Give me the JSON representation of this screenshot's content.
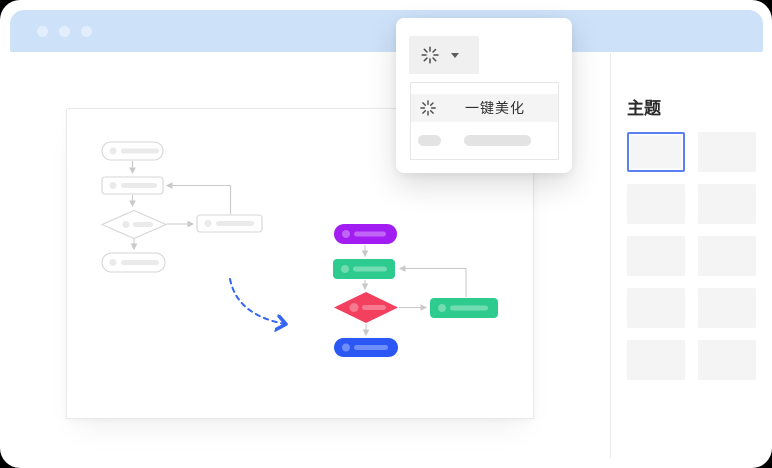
{
  "colors": {
    "titlebar": "#cde1f9",
    "titlebar_dot": "#e2eefc",
    "accent_blue": "#5b7ff0",
    "node_purple": "#a21df2",
    "node_green": "#2ecb8e",
    "node_red": "#f4405f",
    "node_blue": "#2b58f5",
    "arrow_blue": "#3566f2",
    "wireframe_stroke": "#d6d6d6",
    "connector_gray": "#c9c9c9"
  },
  "titlebar": {
    "dot_count": 3
  },
  "popup": {
    "toolbar_button": {
      "icon": "sparkle-burst-icon",
      "caret_icon": "caret-down-icon"
    },
    "menu": {
      "items": [
        {
          "icon": "sparkle-burst-icon",
          "label": "一键美化",
          "highlighted": true
        },
        {
          "placeholder": true
        }
      ]
    }
  },
  "sidebar": {
    "title": "主题",
    "swatch_count": 10,
    "selected_index": 0
  },
  "canvas": {
    "flowchart_before": {
      "style": "wireframe-gray",
      "nodes": [
        "start-stadium",
        "process-rect",
        "decision-diamond",
        "side-rect",
        "end-stadium"
      ]
    },
    "transform_arrow": "dashed-curved-arrow",
    "flowchart_after": {
      "style": "colored",
      "nodes": [
        {
          "shape": "stadium",
          "color": "#a21df2"
        },
        {
          "shape": "rect",
          "color": "#2ecb8e"
        },
        {
          "shape": "diamond",
          "color": "#f4405f"
        },
        {
          "shape": "rect",
          "color": "#2ecb8e"
        },
        {
          "shape": "stadium",
          "color": "#2b58f5"
        }
      ]
    }
  }
}
